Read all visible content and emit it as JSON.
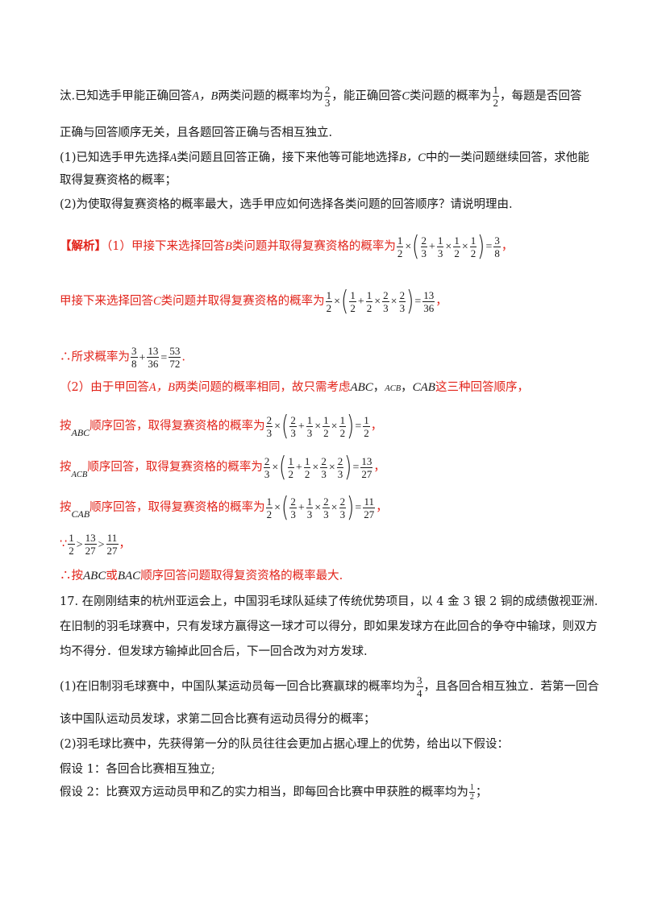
{
  "intro": {
    "l1a": "汰.已知选手甲能正确回答",
    "l1b": "两类问题的概率均为",
    "l1c": "，能正确回答",
    "l1d": "类问题的概率为",
    "l1e": "，每题是否回答",
    "l2": "正确与回答顺序无关，且各题回答正确与否相互独立.",
    "q1a": "(1)已知选手甲先选择",
    "q1b": "类问题且回答正确，接下来他等可能地选择",
    "q1c": "中的一类问题继续回答，求他能",
    "q1d": "取得复赛资格的概率；",
    "q2": "(2)为使取得复赛资格的概率最大，选手甲应如何选择各类问题的回答顺序？请说明理由."
  },
  "solution": {
    "tag": "【解析】",
    "s1a": "（1）甲接下来选择回答",
    "s1b": "类问题并取得复赛资格的概率为",
    "s2a": "甲接下来选择回答",
    "s2b": "类问题并取得复赛资格的概率为",
    "s3a": "∴所求概率为",
    "s4a": "（2）由于甲回答",
    "s4b": "两类问题的概率相同，故只需考虑",
    "s4c": "这三种回答顺序，",
    "s5a": "按",
    "s5b": "顺序回答，取得复赛资格的概率为",
    "s6a": "按",
    "s6b": "顺序回答，取得复赛资格的概率为",
    "s7a": "按",
    "s7b": "顺序回答，取得复赛资格的概率为",
    "s8a": "∵",
    "s9a": "∴按",
    "s9b": "或",
    "s9c": "顺序回答问题取得复资资格的概率最大."
  },
  "q17": {
    "l1": "17.  在刚刚结束的杭州亚运会上，中国羽毛球队延续了传统优势项目，以 4 金 3 银 2 铜的成绩傲视亚洲.",
    "l2": "在旧制的羽毛球赛中，只有发球方赢得这一球才可以得分，即如果发球方在此回合的争夺中输球，则双方",
    "l3": "均不得分．但发球方输掉此回合后，下一回合改为对方发球.",
    "l4a": "(1)在旧制羽毛球赛中，中国队某运动员每一回合比赛赢球的概率均为",
    "l4b": "，且各回合相互独立．若第一回合",
    "l5": "该中国队运动员发球，求第二回合比赛有运动员得分的概率；",
    "l6": "(2)羽毛球比赛中，先获得第一分的队员往往会更加占据心理上的优势，给出以下假设：",
    "l7": "假设 1：各回合比赛相互独立;",
    "l8a": "假设 2：比赛双方运动员甲和乙的实力相当，即每回合比赛中甲获胜的概率均为",
    "l8b": "；"
  },
  "sym": {
    "A": "A",
    "B": "B",
    "C": "C",
    "AB": "A，B",
    "BC": "B，C",
    "ABC": "ABC",
    "ACB": "ACB",
    "CAB": "CAB",
    "BAC": "BAC",
    "times": "×",
    "plus": "+",
    "eq": "=",
    "gt": ">",
    "comma": "，",
    "dot": "."
  },
  "nums": {
    "1": "1",
    "2": "2",
    "3": "3",
    "4": "4",
    "8": "8",
    "11": "11",
    "13": "13",
    "27": "27",
    "36": "36",
    "53": "53",
    "72": "72"
  },
  "colors": {
    "text": "#1a1a1a",
    "solution": "#e2231a"
  }
}
